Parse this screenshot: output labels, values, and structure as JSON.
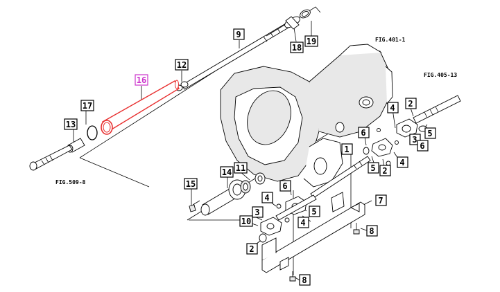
{
  "diagram": {
    "references": {
      "fig_401_1": "FIG.401-1",
      "fig_405_13": "FIG.405-13",
      "fig_509_8": "FIG.509-8"
    },
    "highlighted_part": "16",
    "highlight_color": "#cc33cc",
    "part_color": "#e83030",
    "callouts": [
      {
        "id": "c-16",
        "label": "16",
        "highlighted": true
      },
      {
        "id": "c-17",
        "label": "17"
      },
      {
        "id": "c-13",
        "label": "13"
      },
      {
        "id": "c-12",
        "label": "12"
      },
      {
        "id": "c-9",
        "label": "9"
      },
      {
        "id": "c-18",
        "label": "18"
      },
      {
        "id": "c-19",
        "label": "19"
      },
      {
        "id": "c-2a",
        "label": "2"
      },
      {
        "id": "c-4a",
        "label": "4"
      },
      {
        "id": "c-6a",
        "label": "6"
      },
      {
        "id": "c-5a",
        "label": "5"
      },
      {
        "id": "c-3a",
        "label": "3"
      },
      {
        "id": "c-6b",
        "label": "6"
      },
      {
        "id": "c-4b",
        "label": "4"
      },
      {
        "id": "c-1",
        "label": "1"
      },
      {
        "id": "c-5b",
        "label": "5"
      },
      {
        "id": "c-2b",
        "label": "2"
      },
      {
        "id": "c-14",
        "label": "14"
      },
      {
        "id": "c-11",
        "label": "11"
      },
      {
        "id": "c-15",
        "label": "15"
      },
      {
        "id": "c-6c",
        "label": "6"
      },
      {
        "id": "c-4c",
        "label": "4"
      },
      {
        "id": "c-5c",
        "label": "5"
      },
      {
        "id": "c-3b",
        "label": "3"
      },
      {
        "id": "c-4d",
        "label": "4"
      },
      {
        "id": "c-10",
        "label": "10"
      },
      {
        "id": "c-2c",
        "label": "2"
      },
      {
        "id": "c-7",
        "label": "7"
      },
      {
        "id": "c-8a",
        "label": "8"
      },
      {
        "id": "c-8b",
        "label": "8"
      }
    ]
  }
}
